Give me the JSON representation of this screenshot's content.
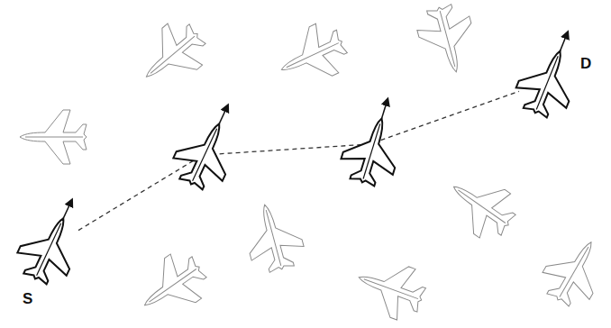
{
  "diagram": {
    "nodes": [
      {
        "text": [
          "S"
        ]
      },
      {
        "text": [
          "D"
        ]
      }
    ],
    "edges": [
      {
        "from": 0,
        "to": 1,
        "arrow": "none"
      }
    ]
  }
}
